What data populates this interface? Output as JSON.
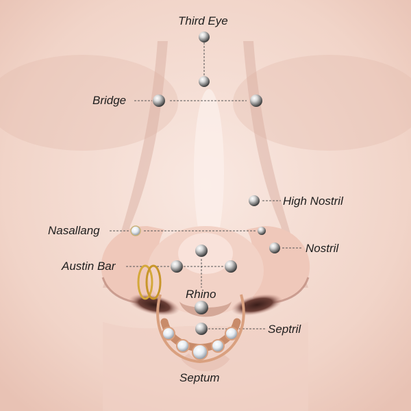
{
  "labels": {
    "third_eye": "Third Eye",
    "bridge": "Bridge",
    "high_nostril": "High Nostril",
    "nasallang": "Nasallang",
    "nostril": "Nostril",
    "austin_bar": "Austin Bar",
    "rhino": "Rhino",
    "septril": "Septril",
    "septum": "Septum"
  },
  "colors": {
    "skin_light": "#f9e8e1",
    "skin_mid": "#f0d0c4",
    "skin_shadow": "#c89f92",
    "nostril_dark": "#5a3630",
    "gold": "#d4a83a",
    "rose_gold": "#d9a07f",
    "silver": "#c8c8c8",
    "leader_line": "#555555"
  },
  "icons": [
    "stud-ball-icon",
    "gold-hoop-icon",
    "rose-gold-clicker-icon",
    "crystal-stud-icon"
  ]
}
